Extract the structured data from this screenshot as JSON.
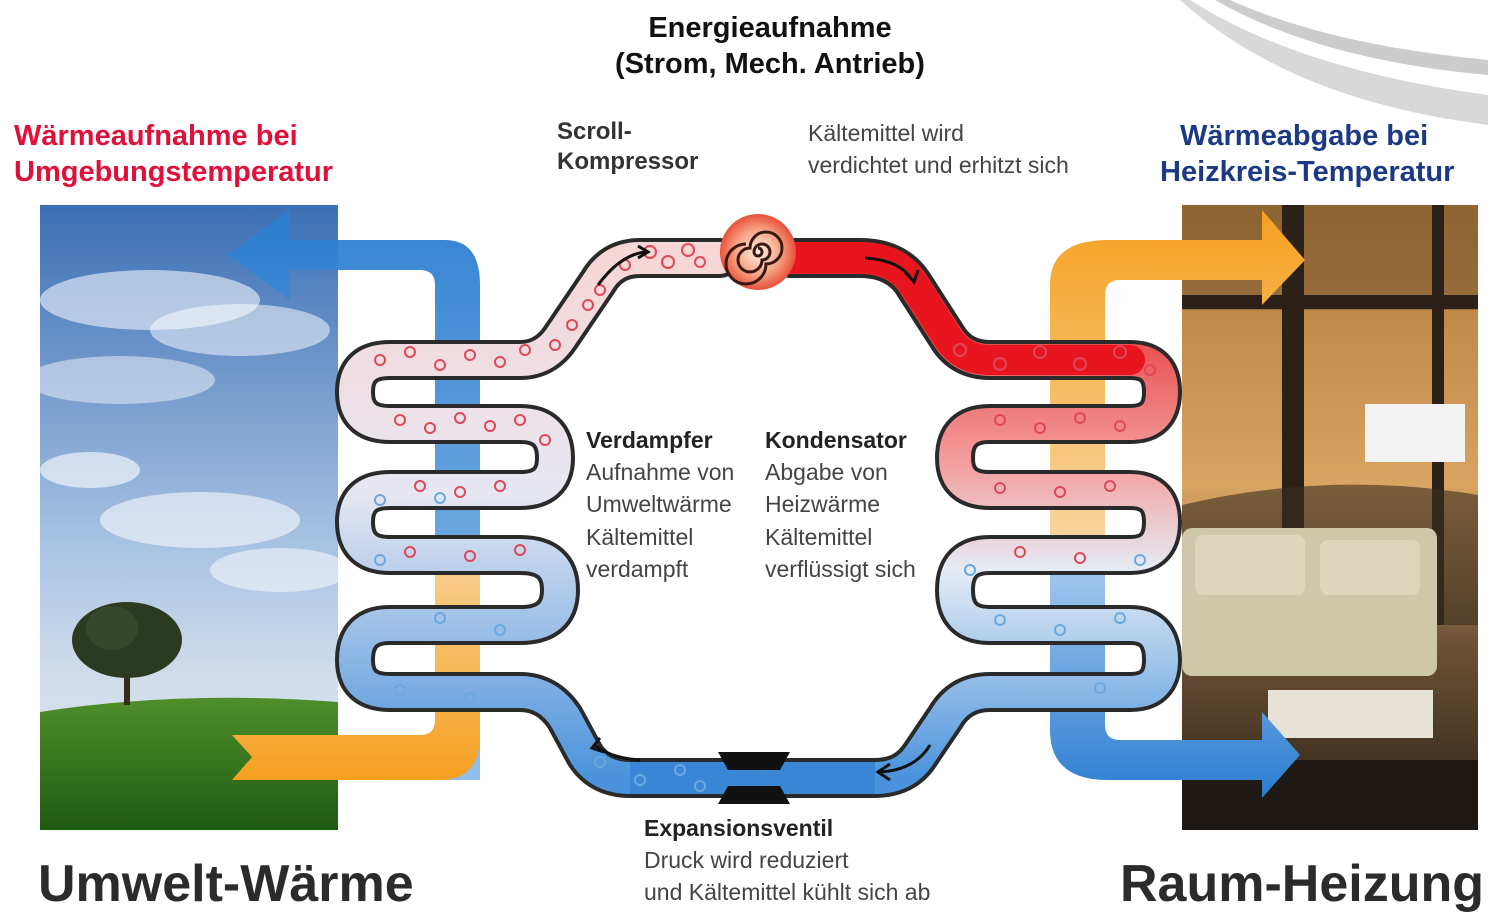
{
  "energy_input": {
    "line1": "Energieaufnahme",
    "line2": "(Strom, Mech. Antrieb)"
  },
  "heat_intake": {
    "line1": "Wärmeaufnahme bei",
    "line2": "Umgebungstemperatur"
  },
  "heat_output": {
    "line1": "Wärmeabgabe bei",
    "line2": "Heizkreis-Temperatur"
  },
  "compressor": {
    "title_line1": "Scroll-",
    "title_line2": "Kompressor",
    "desc_line1": "Kältemittel wird",
    "desc_line2": "verdichtet und erhitzt sich"
  },
  "evaporator": {
    "title": "Verdampfer",
    "lines": [
      "Aufnahme von",
      "Umweltwärme",
      "Kältemittel",
      "verdampft"
    ]
  },
  "condenser": {
    "title": "Kondensator",
    "lines": [
      "Abgabe von",
      "Heizwärme",
      "Kältemittel",
      "verflüssigt sich"
    ]
  },
  "expansion_valve": {
    "title": "Expansionsventil",
    "desc_line1": "Druck wird reduziert",
    "desc_line2": "und Kältemittel kühlt sich ab"
  },
  "footer": {
    "left": "Umwelt-Wärme",
    "right": "Raum-Heizung"
  },
  "colors": {
    "hot": "#e8141e",
    "cold": "#3a86d6",
    "warm_arrow": "#f5a020",
    "intake_title": "#e0103a",
    "output_title": "#1c3a84"
  }
}
